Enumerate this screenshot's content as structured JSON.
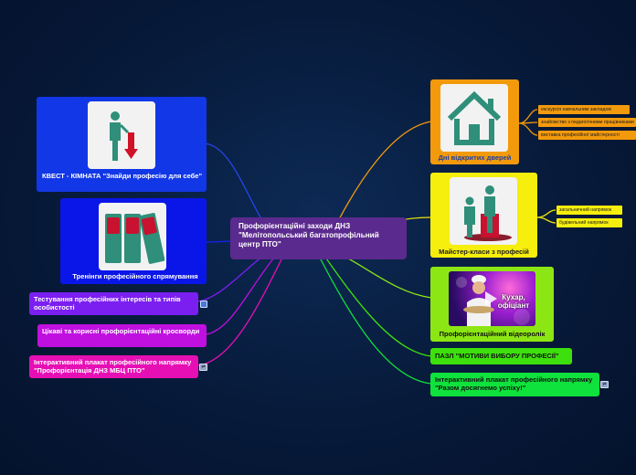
{
  "central": {
    "title": "Профорієнтаційні заходи ДНЗ \"Мелітопольський багатопрофільний центр ПТО\""
  },
  "left": {
    "quest": {
      "label": "КВЕСТ - КІМНАТА \"Знайди професію для себе\"",
      "color": "#1237e6",
      "icon": "person-down-arrow-icon"
    },
    "trainings": {
      "label": "Тренінги професійного спрямування",
      "color": "#0a16e8",
      "icon": "binders-icon"
    },
    "testing": {
      "label": "Тестування професійних інтересів та типів особистості",
      "color": "#7b1ff0"
    },
    "crosswords": {
      "label": "Цікаві та корисні профорієнтаційні кросворди",
      "color": "#c010e0"
    },
    "poster": {
      "label": "Інтерактивний плакат професійного напрямку \"Профорієнтація ДНЗ МБЦ ПТО\"",
      "color": "#e60fb4"
    }
  },
  "right": {
    "open_days": {
      "label": "Дні відкритих дверей",
      "color": "#f39a0c",
      "icon": "house-icon",
      "children": [
        "екскурсія навчальним закладом",
        "знайомство з педагогічними працівниками",
        "виставка професійної майстерності"
      ]
    },
    "master_classes": {
      "label": "Майстер-класи з професій",
      "color": "#f6ee0c",
      "icon": "people-podium-icon",
      "children": [
        "загальничний напрямок",
        "будівельний напрямок"
      ]
    },
    "video": {
      "label": "Профорієнтаційний відеоролік",
      "color": "#8ce614",
      "thumb_text": "Кухар, офіціант"
    },
    "puzzle": {
      "label": "ПАЗЛ \"МОТИВИ ВИБОРУ ПРОФЕСІЇ\"",
      "color": "#3de00c"
    },
    "poster": {
      "label": "Інтерактивний плакат професійного напрямку \"Разом досягнемо успіху!\"",
      "color": "#0fe23c"
    }
  }
}
